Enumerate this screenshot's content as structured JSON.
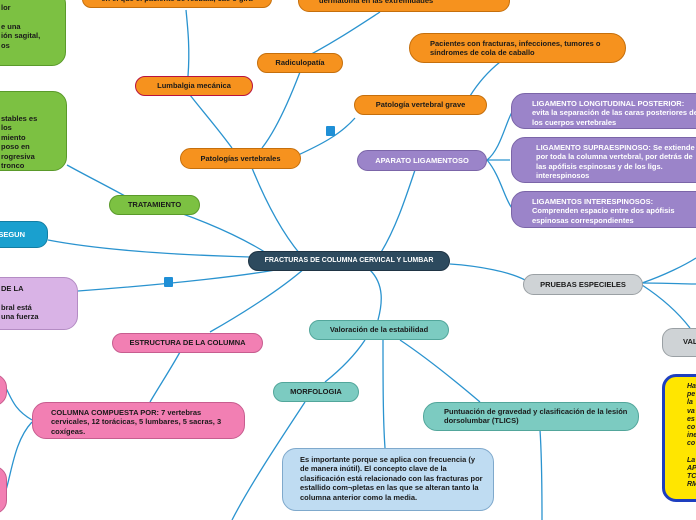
{
  "central": "FRACTURAS DE COLUMNA CERVICAL Y LUMBAR",
  "nodes": {
    "resbala": "en el que el paciente se resbala, cae o gira",
    "dermatoma": "dermatoma en las extremidades",
    "lumbalgia": "Lumbalgia mecánica",
    "radiculopatia": "Radiculopatía",
    "pacientes": "Pacientes con fracturas, infecciones, tumores o síndromes de cola de caballo",
    "patologia_grave": "Patología vertebral grave",
    "patologias": "Patologías vertebrales",
    "aparato": "APARATO LIGAMENTOSO",
    "tratamiento": "TRATAMIENTO",
    "segun": "SEGUN",
    "pruebas": "PRUEBAS ESPECIELES",
    "valoracion": "Valoración de la estabilidad",
    "estructura": "ESTRUCTURA DE LA COLUMNA",
    "morfologia": "MORFOLOGIA",
    "puntuacion": "Puntuación de gravedad y clasificación de la lesión dorsolumbar (TLICS)",
    "compuesta": "COLUMNA COMPUESTA POR: 7 vertebras cervicales, 12 torácicas, 5 lumbares, 5 sacras, 3 coxígeas.",
    "importante": "Es importante porque se aplica con frecuencia (y de manera inútil). El concepto clave de la clasificación está relacionado con las fracturas por estallido com¬pletas en las que se alteran tanto la columna anterior como la media.",
    "lig_longitudinal": "LIGAMENTO LONGITUDINAL POSTERIOR: evita la separación de las caras posteriores de los cuerpos vertebrales",
    "lig_supraespinoso": "LIGAMENTO SUPRAESPINOSO: Se extiende por toda la columna vertebral, por detrás de las apófisis espinosas y de los ligs. interespinosos",
    "lig_interespinosos": "LIGAMENTOS INTERESPINOSOS: Comprenden espacio entre dos apófisis espinosas correspondientes",
    "val_partial": "VAL CO",
    "green_top_partial": "lor\n\ne una\nión sagital,\nos",
    "green_mid_partial": "stables es\n los\nmiento\nposo en\nrogresiva\ntronco",
    "lilac_partial": "DE LA\n\nbral está\nuna fuerza",
    "yellow_partial": "Ha\npe\nla\nva\nes\nco\nine\nco\n\nLa\nAP\nTC\nRM"
  },
  "colors": {
    "line": "#2a93cf",
    "central": "#2d4a5e",
    "orange": "#f6921e",
    "green": "#7cc142",
    "purple": "#9b84c9",
    "teal": "#7ccbc1",
    "pink": "#f27fb3",
    "grey": "#cfd3d6",
    "blue": "#1aa0cf",
    "yellow": "#ffe600"
  }
}
